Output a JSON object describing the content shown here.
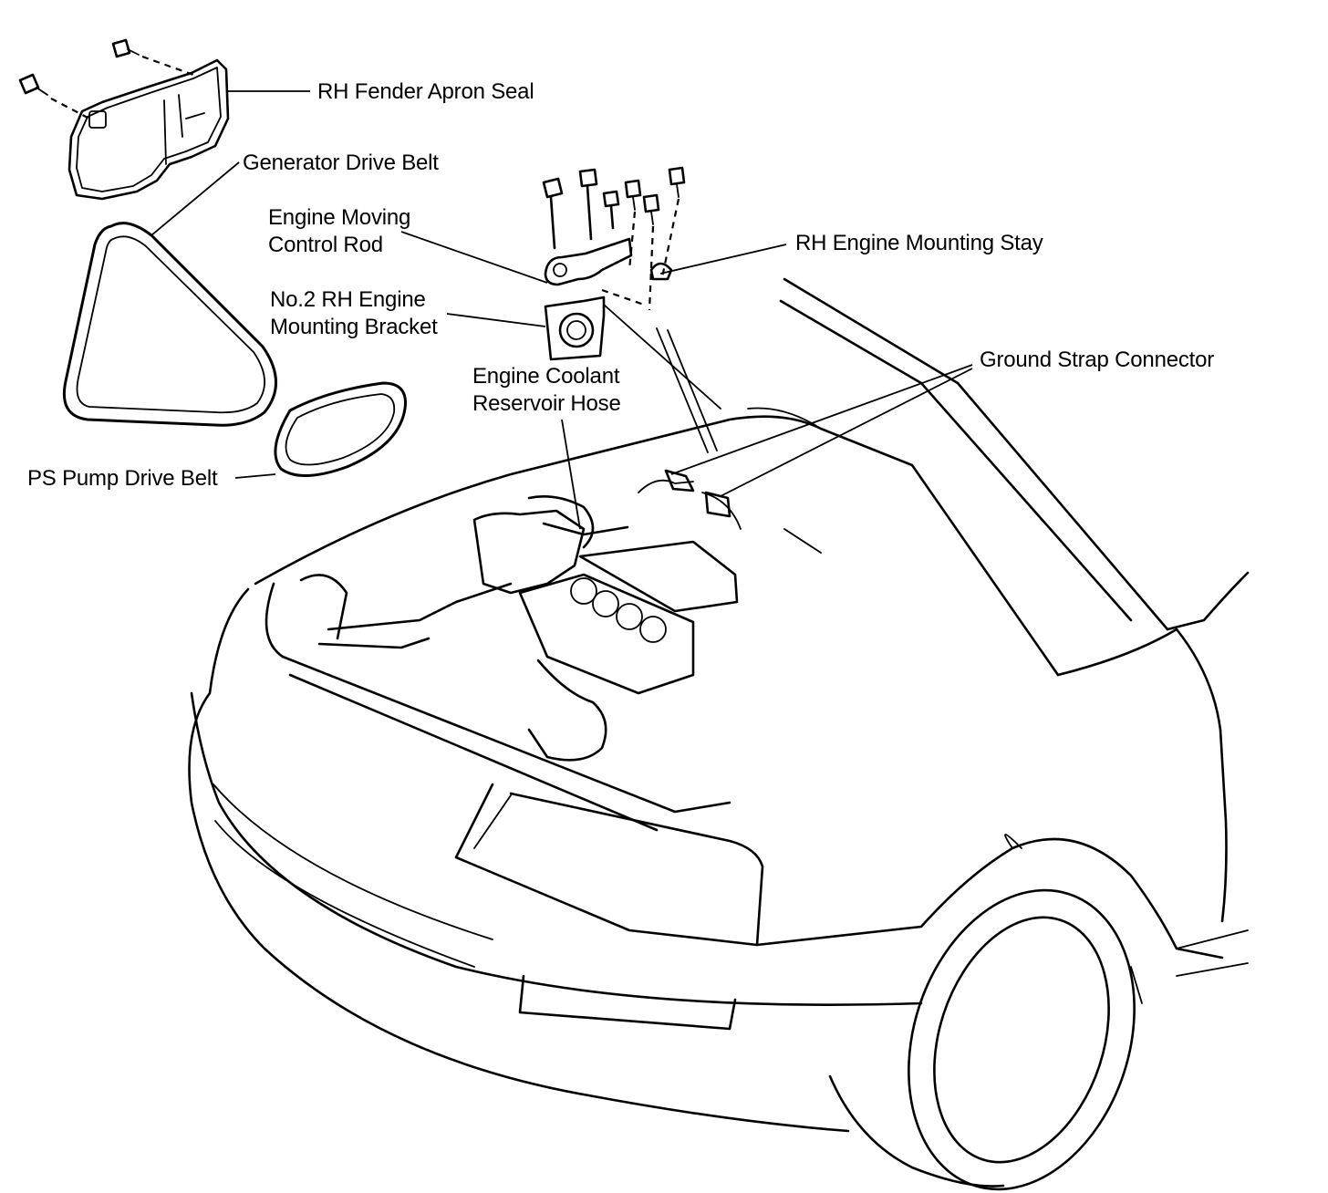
{
  "labels": {
    "rh_fender_apron_seal": "RH Fender Apron Seal",
    "generator_drive_belt": "Generator Drive Belt",
    "engine_moving_control_rod_1": "Engine Moving",
    "engine_moving_control_rod_2": "Control Rod",
    "no2_rh_engine_mounting_bracket_1": "No.2 RH Engine",
    "no2_rh_engine_mounting_bracket_2": "Mounting Bracket",
    "engine_coolant_reservoir_hose_1": "Engine Coolant",
    "engine_coolant_reservoir_hose_2": "Reservoir Hose",
    "rh_engine_mounting_stay": "RH Engine Mounting Stay",
    "ground_strap_connector": "Ground Strap Connector",
    "ps_pump_drive_belt": "PS Pump Drive Belt"
  },
  "colors": {
    "ink": "#000000",
    "paper": "#ffffff"
  }
}
